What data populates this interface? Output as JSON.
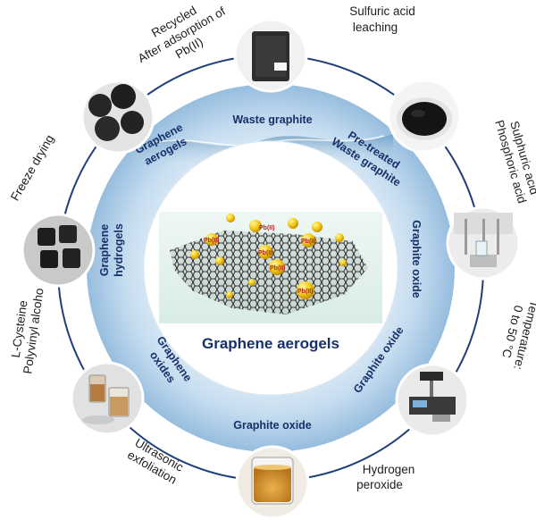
{
  "center": {
    "title": "Graphene aerogels",
    "pb_label": "Pb(II)"
  },
  "ring_labels": {
    "waste_graphite": "Waste graphite",
    "pretreated_line1": "Pre-treated",
    "pretreated_line2": "Waste graphite",
    "graphite_oxide_right": "Graphite oxide",
    "graphite_oxide_lower_right": "Graphite oxide",
    "graphite_oxide_bottom": "Graphite oxide",
    "graphene_oxides_line1": "Graphene",
    "graphene_oxides_line2": "oxides",
    "graphene_hydrogels_line1": "Graphene",
    "graphene_hydrogels_line2": "hydrogels",
    "graphene_aerogels_line1": "Graphene",
    "graphene_aerogels_line2": "aerogels"
  },
  "process_steps": {
    "sulfuric_leaching_line1": "Sulfuric acid",
    "sulfuric_leaching_line2": "leaching",
    "acids_line1": "Sulphuric acid",
    "acids_line2": "Phosphoric acid",
    "temperature_line1": "Temperature:",
    "temperature_line2": "0 to 50 °C",
    "peroxide_line1": "Hydrogen",
    "peroxide_line2": "peroxide",
    "ultrasonic_line1": "Ultrasonic",
    "ultrasonic_line2": "exfoliation",
    "cysteine_line1": "L-Cysteine",
    "cysteine_line2": "Polyvinyl alcoho",
    "freeze_drying": "Freeze drying",
    "recycled_line1": "Recycled",
    "recycled_line2": "After adsorption of",
    "recycled_line3": "Pb(II)"
  },
  "colors": {
    "outer_disc": "#a9c9e4",
    "inner_disc": "#ffffff",
    "text_blue": "#17306a",
    "outer_ring": "#1f3f7a"
  }
}
